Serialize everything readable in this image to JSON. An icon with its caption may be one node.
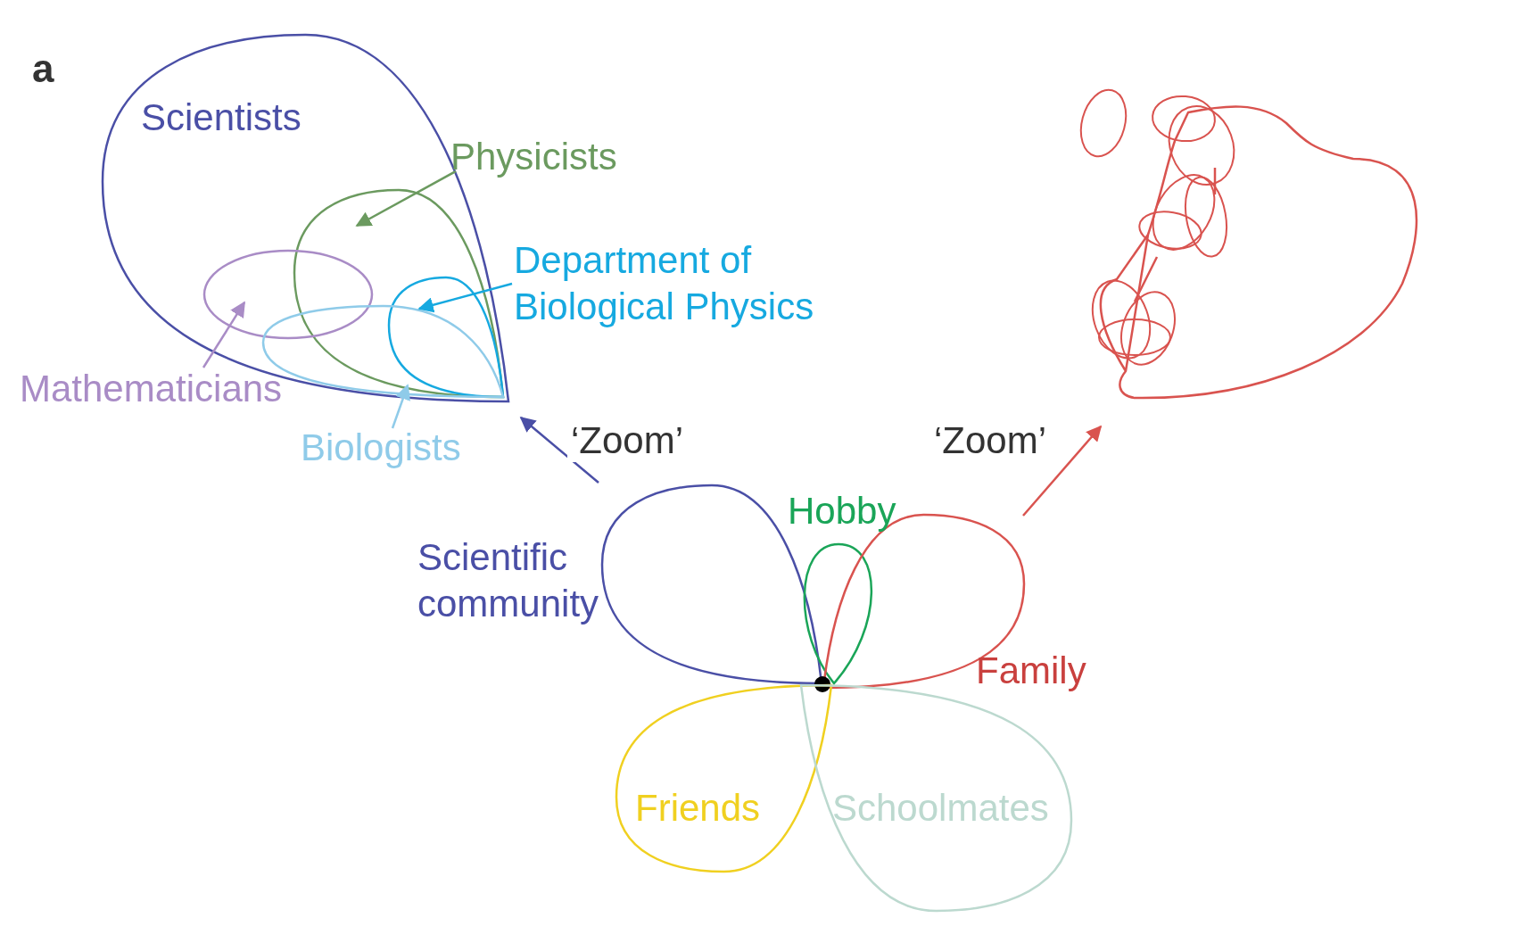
{
  "diagram": {
    "nodes": [
      {
        "text": [
          "Scientists"
        ]
      },
      {
        "text": [
          "Physicists"
        ]
      },
      {
        "text": [],
        "shape": "loop",
        "in": 0
      },
      {
        "text": [
          "Department of Biological Physics"
        ]
      },
      {
        "text": [],
        "shape": "loop",
        "in": 2
      },
      {
        "text": [],
        "shape": "loop",
        "in": 0
      },
      {
        "text": [
          "Mathematicians"
        ]
      },
      {
        "text": [],
        "shape": "loop",
        "in": 0
      },
      {
        "text": [
          "Biologists"
        ]
      },
      {
        "text": [],
        "shape": "loop"
      },
      {
        "text": [
          "Scientific community"
        ]
      },
      {
        "text": [
          "Hobby"
        ]
      },
      {
        "text": [
          "Family"
        ]
      },
      {
        "text": [],
        "shape": "circle"
      },
      {
        "text": [
          "Friends"
        ]
      },
      {
        "text": [
          "Schoolmates"
        ]
      }
    ],
    "edges": [
      {
        "from": 1,
        "to": 2,
        "arrow": "to",
        "color": "#6b9a5f"
      },
      {
        "from": 3,
        "to": 4,
        "arrow": "to",
        "color": "#16a9e0"
      },
      {
        "from": 6,
        "to": 5,
        "arrow": "to",
        "color": "#a98cc6"
      },
      {
        "from": 8,
        "to": 7,
        "arrow": "to",
        "color": "#8fcbe9"
      },
      {
        "from": 10,
        "to": 0,
        "arrow": "to",
        "label": "‘Zoom’",
        "color": "#4a4fa6"
      },
      {
        "from": 12,
        "to": 9,
        "arrow": "to",
        "label": "‘Zoom’",
        "color": "#d9534f"
      }
    ],
    "labels": [
      "a"
    ]
  }
}
